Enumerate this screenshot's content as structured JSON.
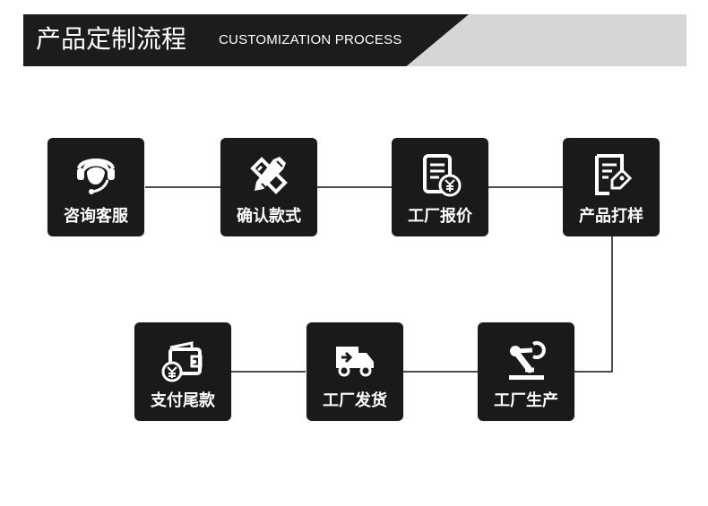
{
  "header": {
    "title": "产品定制流程",
    "subtitle": "CUSTOMIZATION PROCESS"
  },
  "steps": [
    {
      "label": "咨询客服",
      "icon": "headset-icon"
    },
    {
      "label": "确认款式",
      "icon": "pencil-ruler-icon"
    },
    {
      "label": "工厂报价",
      "icon": "quote-document-icon"
    },
    {
      "label": "产品打样",
      "icon": "sample-document-icon"
    },
    {
      "label": "工厂生产",
      "icon": "robot-arm-icon"
    },
    {
      "label": "工厂发货",
      "icon": "delivery-truck-icon"
    },
    {
      "label": "支付尾款",
      "icon": "wallet-icon"
    }
  ],
  "colors": {
    "card": "#1a1a1a",
    "line": "#111111",
    "banner_dark": "#1c1c1c",
    "banner_light": "#d6d6d6"
  }
}
